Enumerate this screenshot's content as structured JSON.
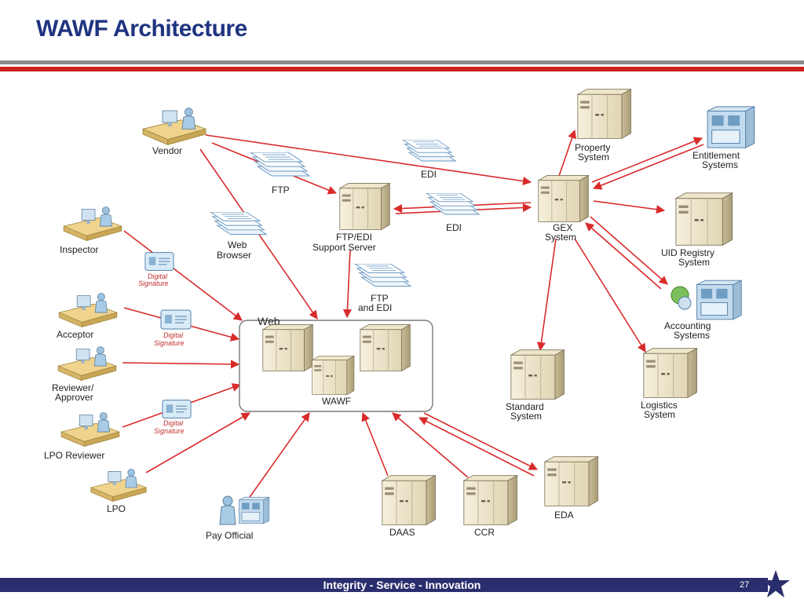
{
  "title": "WAWF Architecture",
  "footer": {
    "tagline": "Integrity - Service - Innovation",
    "page_number": "27"
  },
  "diagram": {
    "web_label": "Web",
    "wawf_label": "WAWF",
    "actors": {
      "vendor": "Vendor",
      "inspector": "Inspector",
      "acceptor": "Acceptor",
      "reviewer_line1": "Reviewer/",
      "reviewer_line2": "Approver",
      "lpo_reviewer": "LPO Reviewer",
      "lpo": "LPO",
      "pay_official": "Pay Official"
    },
    "documents": {
      "ftp": "FTP",
      "edi_top": "EDI",
      "edi_mid": "EDI",
      "web_browser_line1": "Web",
      "web_browser_line2": "Browser",
      "ftp_edi_line1": "FTP",
      "ftp_edi_line2": "and EDI"
    },
    "signature_line1": "Digital",
    "signature_line2": "Signature",
    "systems": {
      "ftp_server_line1": "FTP/EDI",
      "ftp_server_line2": "Support Server",
      "gex_line1": "GEX",
      "gex_line2": "System",
      "property_line1": "Property",
      "property_line2": "System",
      "entitlement_line1": "Entitlement",
      "entitlement_line2": "Systems",
      "uid_line1": "UID Registry",
      "uid_line2": "System",
      "accounting_line1": "Accounting",
      "accounting_line2": "Systems",
      "standard_line1": "Standard",
      "standard_line2": "System",
      "logistics_line1": "Logistics",
      "logistics_line2": "System",
      "daas": "DAAS",
      "ccr": "CCR",
      "eda": "EDA"
    }
  }
}
